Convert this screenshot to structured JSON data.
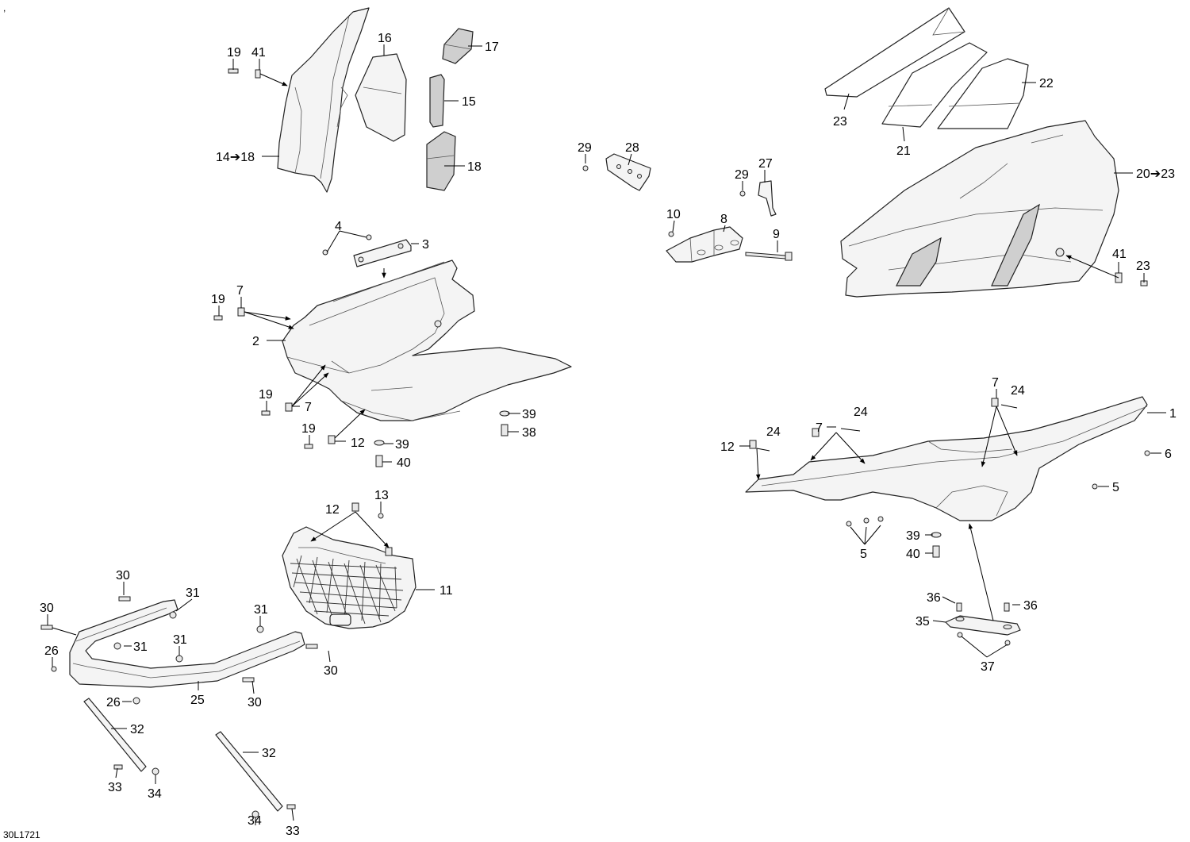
{
  "tick_mark": ",",
  "diagram_code": "30L1721",
  "callouts": {
    "c01": "19",
    "c02": "41",
    "c03": "16",
    "c04": "17",
    "c05": "15",
    "c06": "14➔18",
    "c07": "18",
    "c08": "4",
    "c09": "3",
    "c10": "7",
    "c11": "19",
    "c12": "2",
    "c13": "19",
    "c14": "7",
    "c15": "19",
    "c16": "12",
    "c17": "39",
    "c18": "40",
    "c19": "39",
    "c20": "38",
    "c21": "29",
    "c22": "28",
    "c23": "29",
    "c24": "27",
    "c25": "10",
    "c26": "8",
    "c27": "9",
    "c28": "23",
    "c29": "21",
    "c30": "22",
    "c31": "20➔23",
    "c32": "41",
    "c33": "23",
    "c34": "1",
    "c35": "7",
    "c36": "24",
    "c37": "7",
    "c38": "24",
    "c39": "12",
    "c40": "24",
    "c41": "6",
    "c42": "5",
    "c43": "5",
    "c44": "39",
    "c45": "40",
    "c46": "36",
    "c47": "36",
    "c48": "35",
    "c49": "37",
    "c50": "12",
    "c51": "13",
    "c52": "11",
    "c53": "30",
    "c54": "31",
    "c55": "30",
    "c56": "31",
    "c57": "26",
    "c58": "31",
    "c59": "31",
    "c60": "30",
    "c61": "26",
    "c62": "25",
    "c63": "30",
    "c64": "32",
    "c65": "33",
    "c66": "34",
    "c67": "32",
    "c68": "34",
    "c69": "33"
  }
}
